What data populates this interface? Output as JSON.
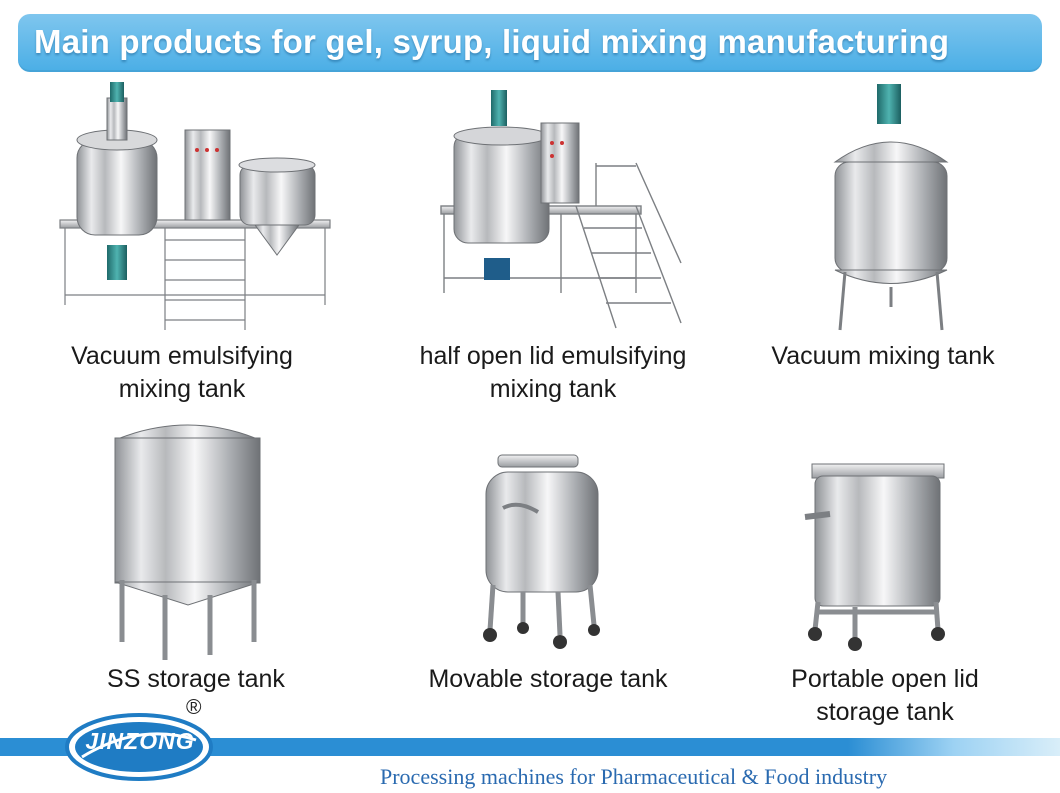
{
  "header": {
    "title": "Main products for gel, syrup, liquid mixing manufacturing"
  },
  "products": [
    {
      "line1": "Vacuum emulsifying",
      "line2": "mixing tank"
    },
    {
      "line1": "half open lid emulsifying",
      "line2": "mixing tank"
    },
    {
      "line1": "Vacuum mixing tank",
      "line2": ""
    },
    {
      "line1": "SS storage tank",
      "line2": ""
    },
    {
      "line1": "Movable storage tank",
      "line2": ""
    },
    {
      "line1": "Portable open lid",
      "line2": "storage tank"
    }
  ],
  "logo": {
    "text": "JINZONG",
    "registered": "®"
  },
  "footer": {
    "tagline": "Processing machines for Pharmaceutical & Food industry"
  },
  "colors": {
    "title_bar": "#5ab6ea",
    "footer_band": "#2b8ed4",
    "tagline": "#2a6ab0"
  }
}
